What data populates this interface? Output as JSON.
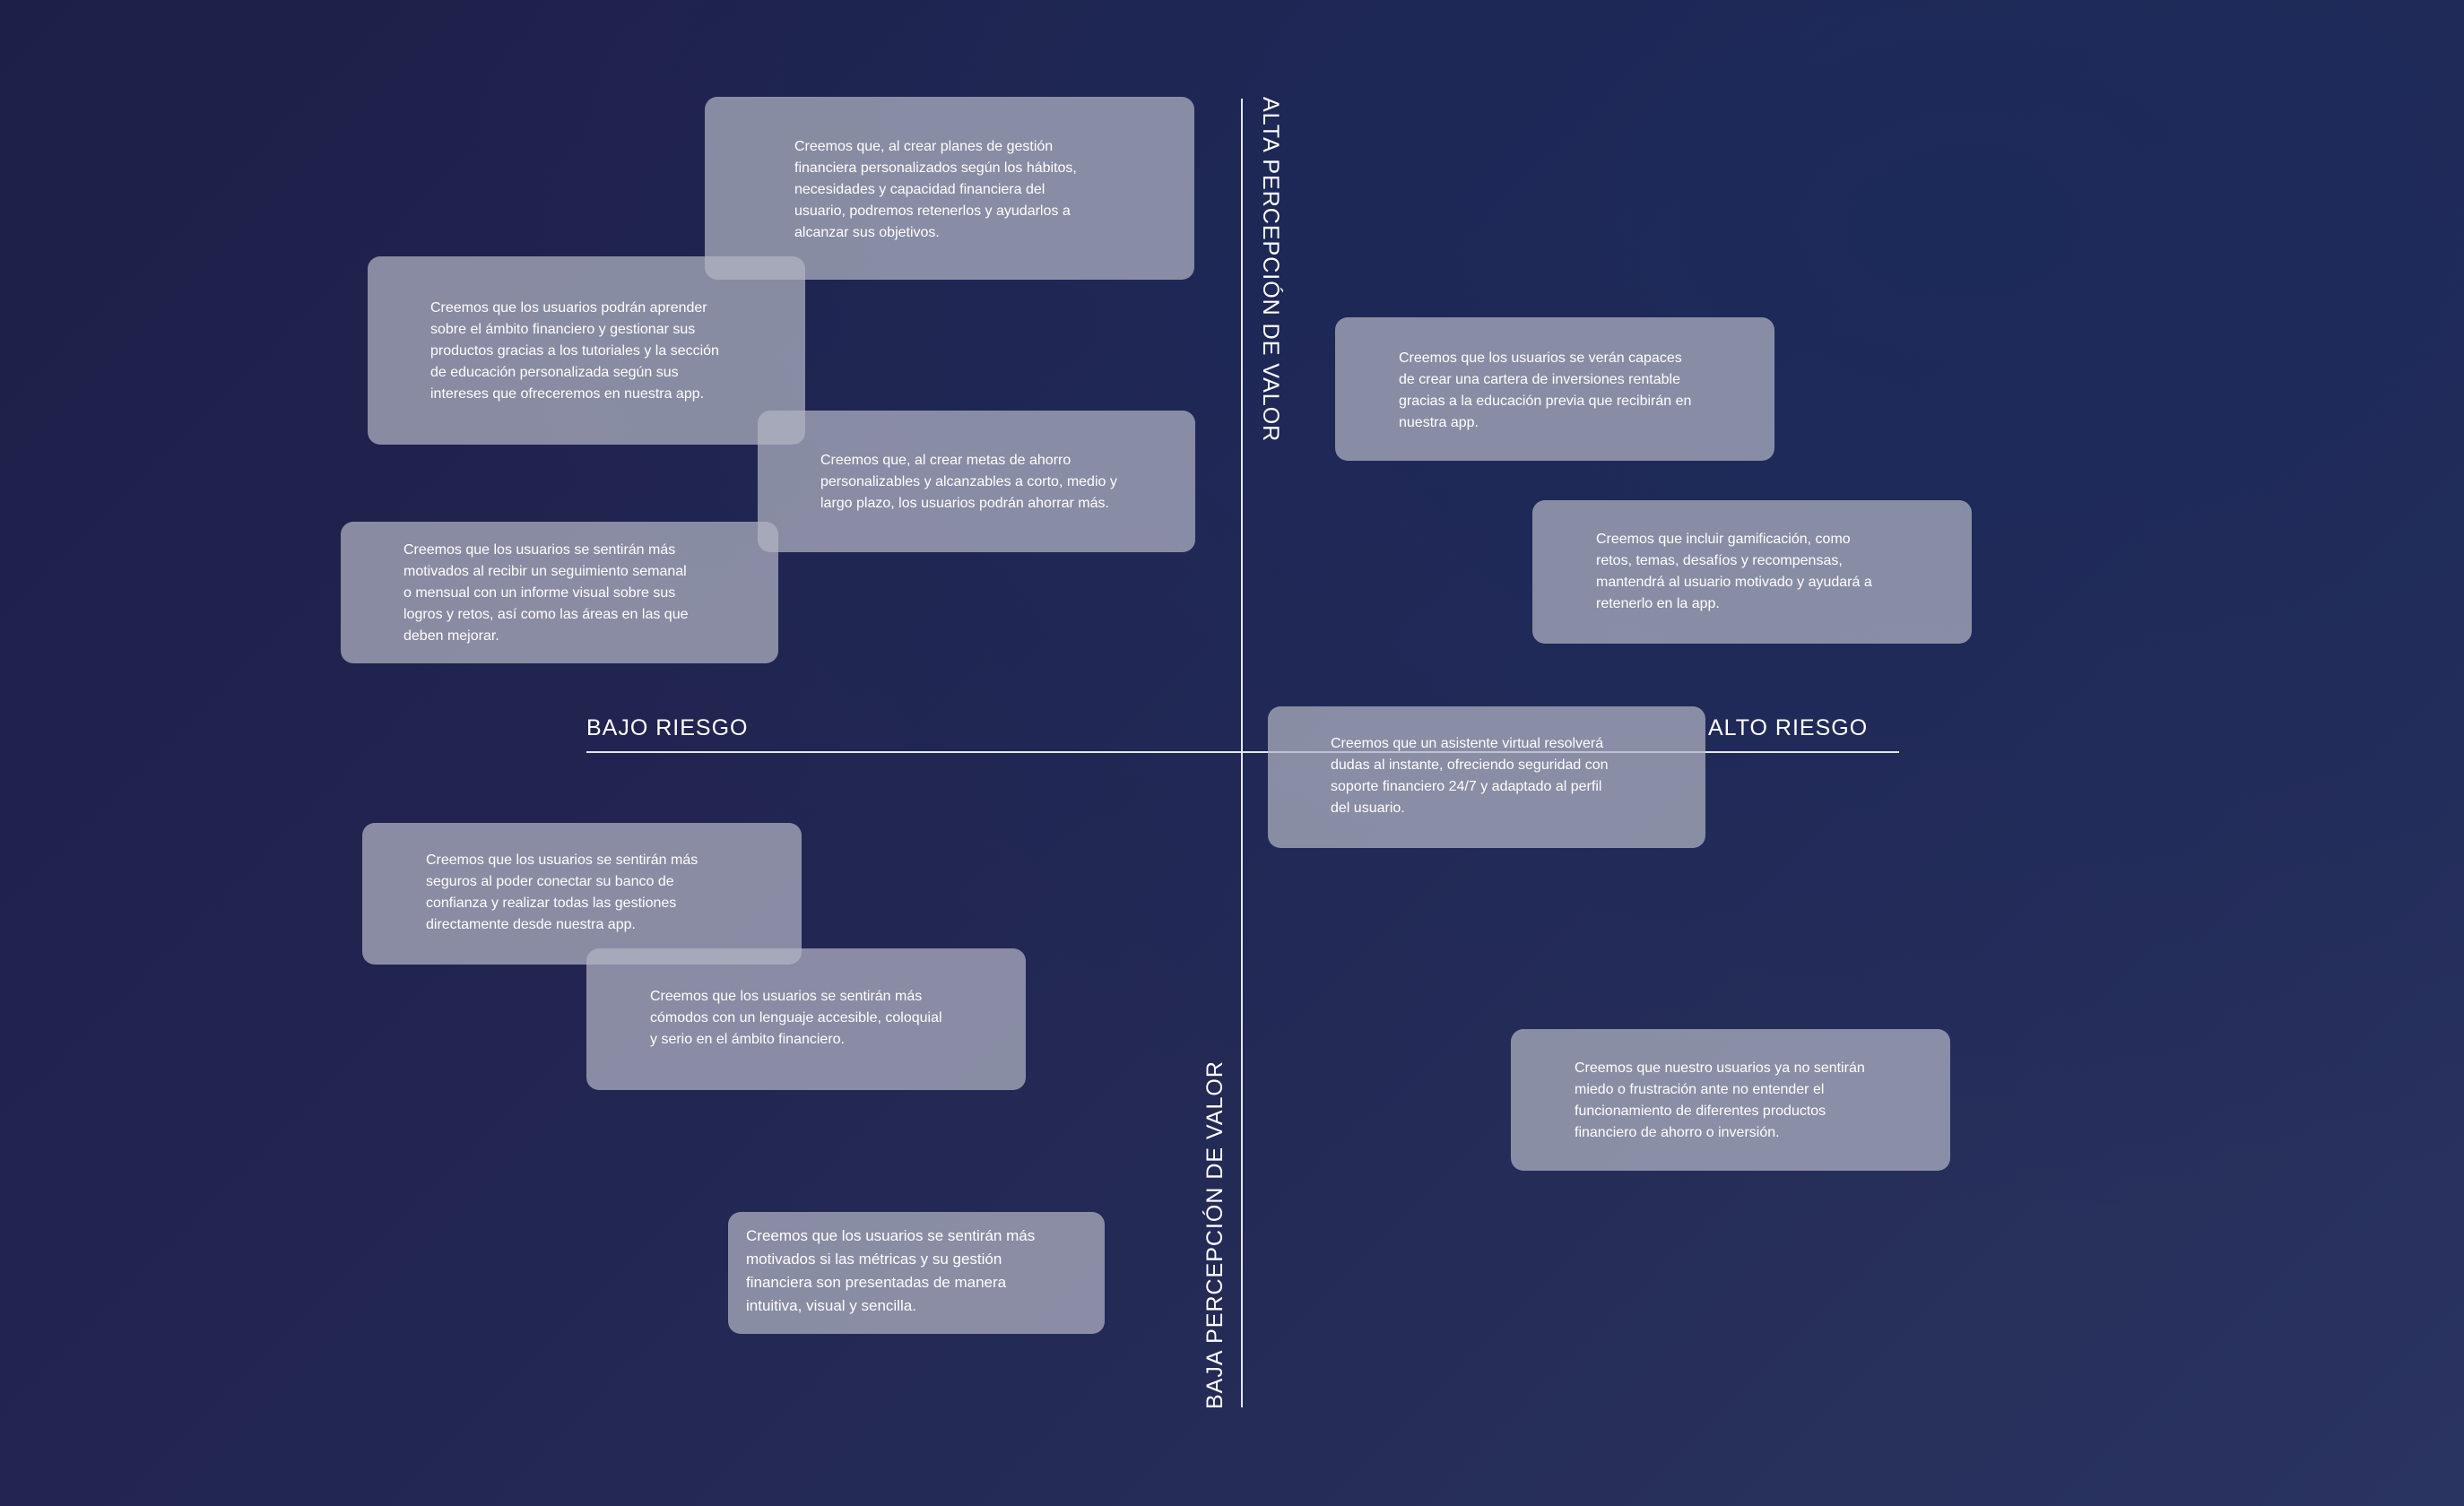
{
  "axes": {
    "left": "BAJO RIESGO",
    "right": "ALTO RIESGO",
    "top": "ALTA PERCEPCIÓN DE VALOR",
    "bottom": "BAJA PERCEPCIÓN DE VALOR"
  },
  "notes": [
    {
      "id": "planes-gestion",
      "text": "Creemos que, al crear planes de gestión\nfinanciera personalizados según los hábitos,\nnecesidades y capacidad financiera del\nusuario, podremos retenerlos y ayudarlos a\nalcanzar sus objetivos."
    },
    {
      "id": "tutoriales",
      "text": "Creemos que los usuarios podrán aprender\nsobre el ámbito financiero y gestionar sus\nproductos gracias a los tutoriales y la sección\nde educación personalizada según sus\nintereses que ofreceremos en nuestra app."
    },
    {
      "id": "metas-ahorro",
      "text": "Creemos que, al crear metas de ahorro\npersonalizables y alcanzables a corto, medio y\nlargo plazo, los usuarios podrán ahorrar más."
    },
    {
      "id": "seguimiento",
      "text": "Creemos que los usuarios se sentirán más\nmotivados al recibir un seguimiento semanal\no mensual con un informe visual sobre sus\nlogros y retos, así como las áreas en las que\ndeben mejorar."
    },
    {
      "id": "inversiones",
      "text": "Creemos que los usuarios se verán capaces\nde crear una cartera de inversiones rentable\ngracias a la educación previa que recibirán en\nnuestra app."
    },
    {
      "id": "gamificacion",
      "text": "Creemos que incluir gamificación, como\nretos, temas, desafíos y recompensas,\nmantendrá al usuario motivado y ayudará a\nretenerlo en la app."
    },
    {
      "id": "asistente-virtual",
      "text": "Creemos que un asistente virtual resolverá\ndudas al instante, ofreciendo seguridad con\nsoporte financiero 24/7 y adaptado al perfil\ndel usuario."
    },
    {
      "id": "banco-confianza",
      "text": "Creemos que los usuarios se sentirán más\nseguros al poder conectar su banco de\nconfianza y realizar todas las gestiones\ndirectamente desde nuestra app."
    },
    {
      "id": "lenguaje-accesible",
      "text": "Creemos que los usuarios se sentirán más\ncómodos con un lenguaje accesible, coloquial\ny serio en el ámbito financiero."
    },
    {
      "id": "miedo-frustracion",
      "text": "Creemos que nuestro usuarios ya no sentirán\nmiedo o frustración ante no entender el\nfuncionamiento de diferentes productos\nfinanciero de ahorro o inversión."
    },
    {
      "id": "metricas-visuales",
      "text": "Creemos que los usuarios se sentirán más\nmotivados si las métricas y su gestión\nfinanciera son presentadas de manera\nintuitiva, visual y sencilla."
    }
  ]
}
